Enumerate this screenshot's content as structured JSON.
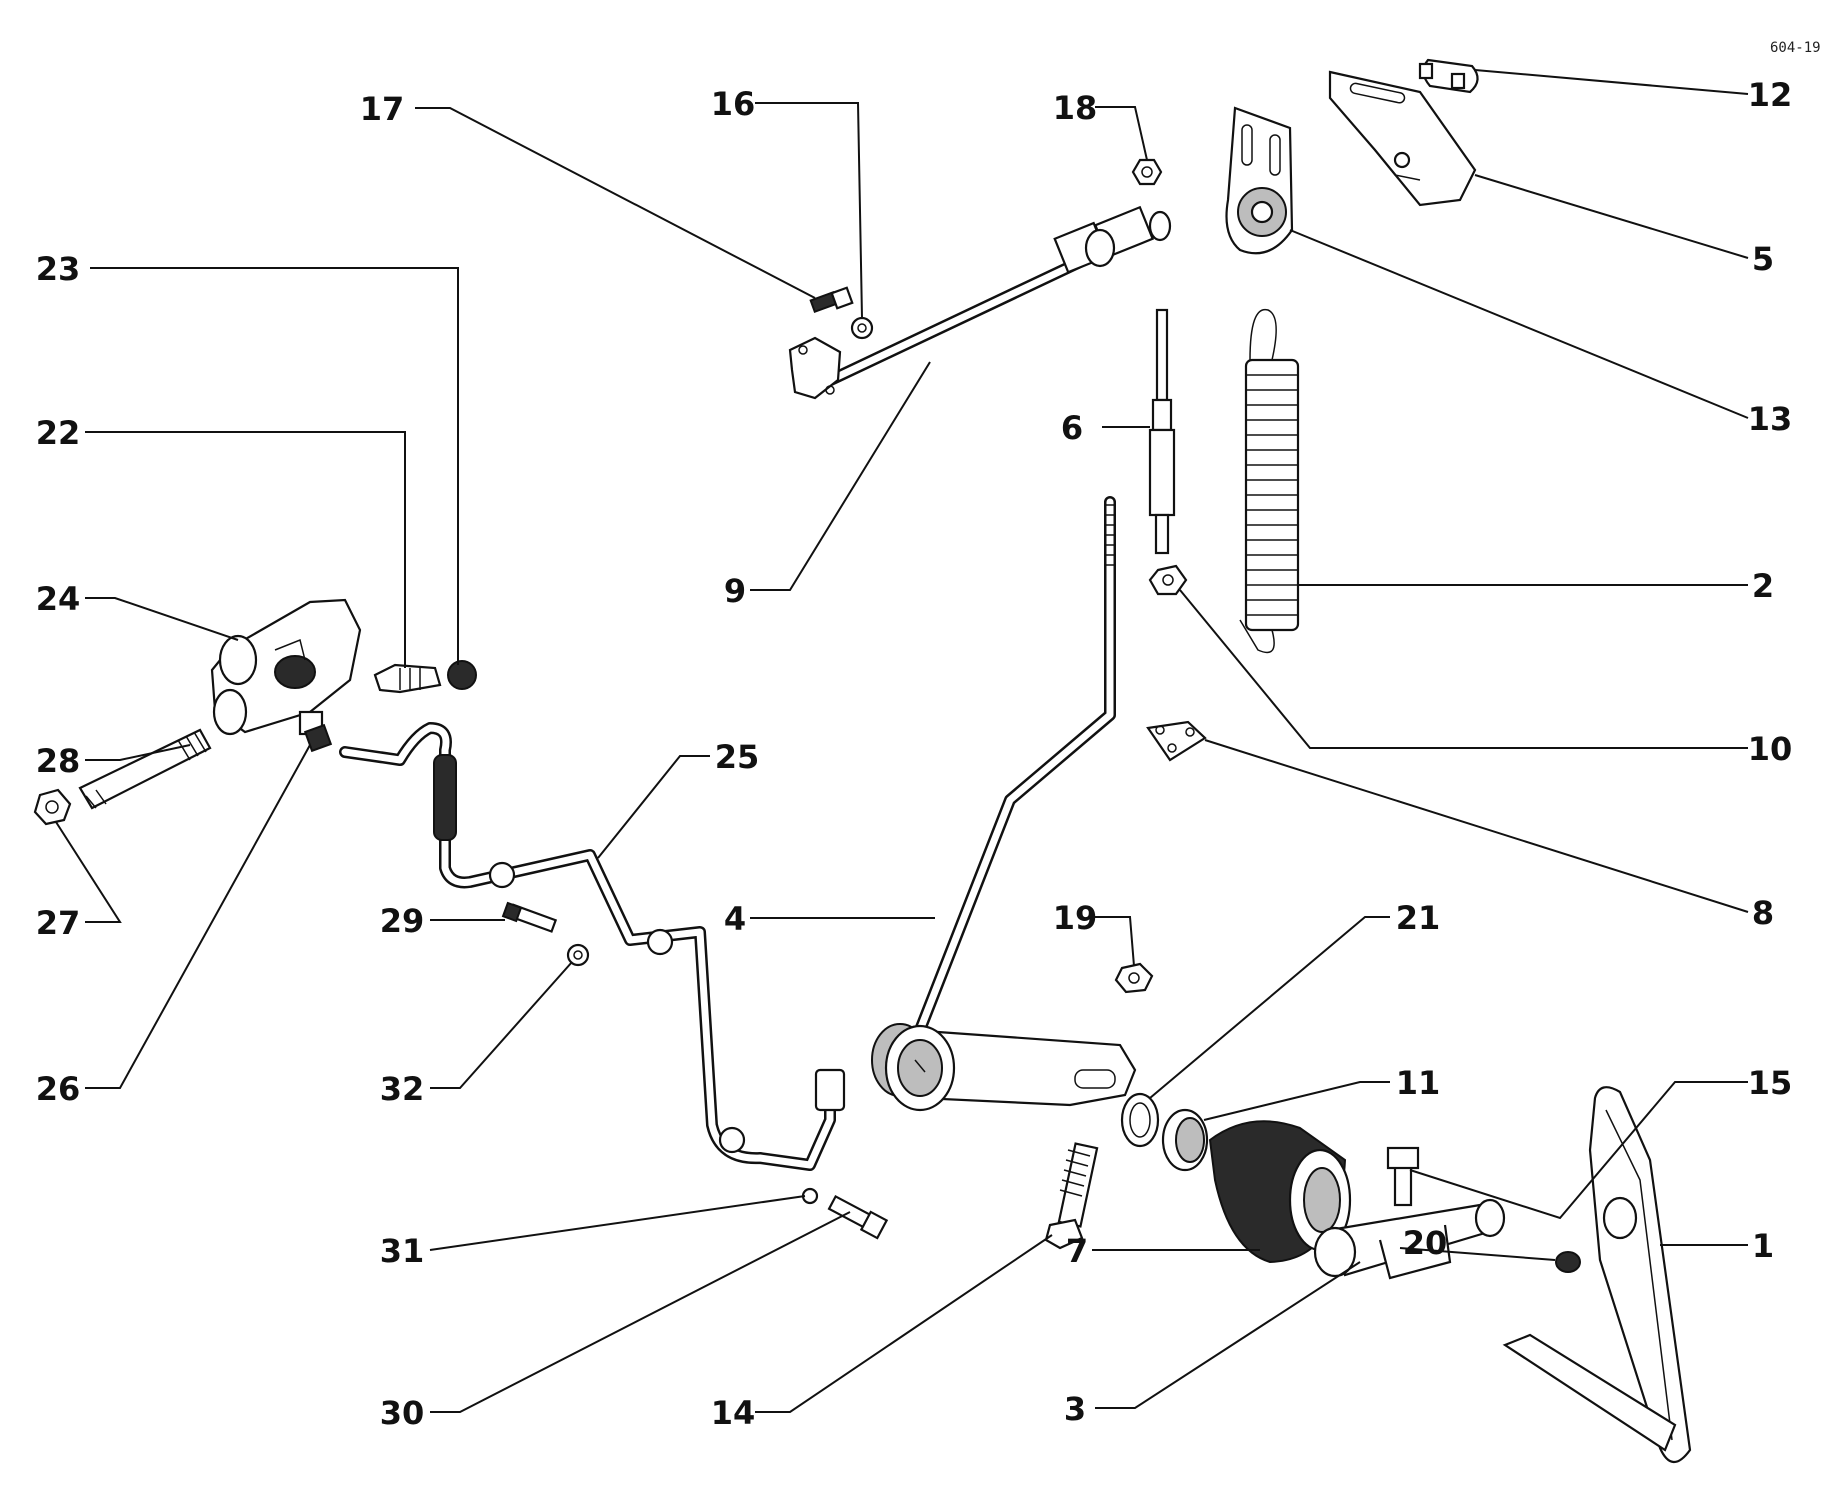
{
  "drawing_ref": "604-19",
  "callouts": [
    "1",
    "2",
    "3",
    "4",
    "5",
    "6",
    "7",
    "8",
    "9",
    "10",
    "11",
    "12",
    "13",
    "14",
    "15",
    "16",
    "17",
    "18",
    "19",
    "20",
    "21",
    "22",
    "23",
    "24",
    "25",
    "26",
    "27",
    "28",
    "29",
    "30",
    "31",
    "32"
  ]
}
